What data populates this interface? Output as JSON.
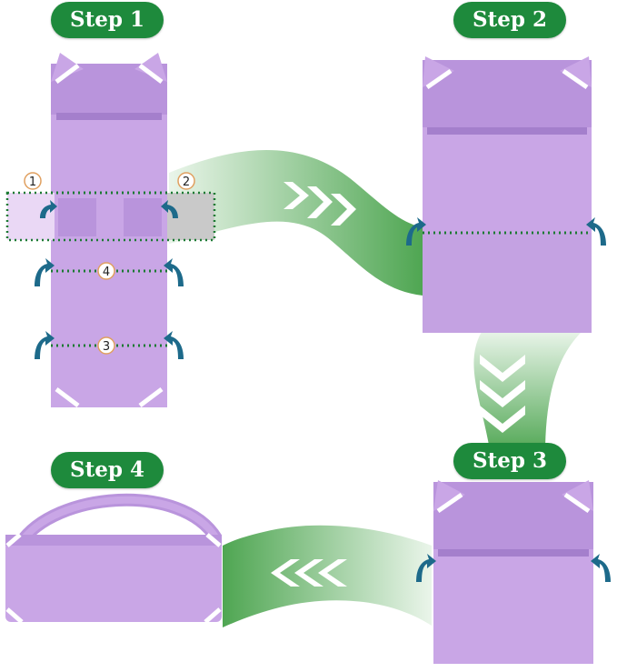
{
  "steps": [
    {
      "label": "Step 1"
    },
    {
      "label": "Step 2"
    },
    {
      "label": "Step 3"
    },
    {
      "label": "Step 4"
    }
  ],
  "fold_markers": {
    "m1": "1",
    "m2": "2",
    "m3": "3",
    "m4": "4"
  },
  "colors": {
    "pill": "#1e8a3c",
    "towel": "#c9a6e6",
    "towel_dark": "#b58fd6",
    "fold_line": "#1c7a33",
    "curl_arrow": "#1d6a8a",
    "flow_arrow": "#7bbf7e"
  }
}
